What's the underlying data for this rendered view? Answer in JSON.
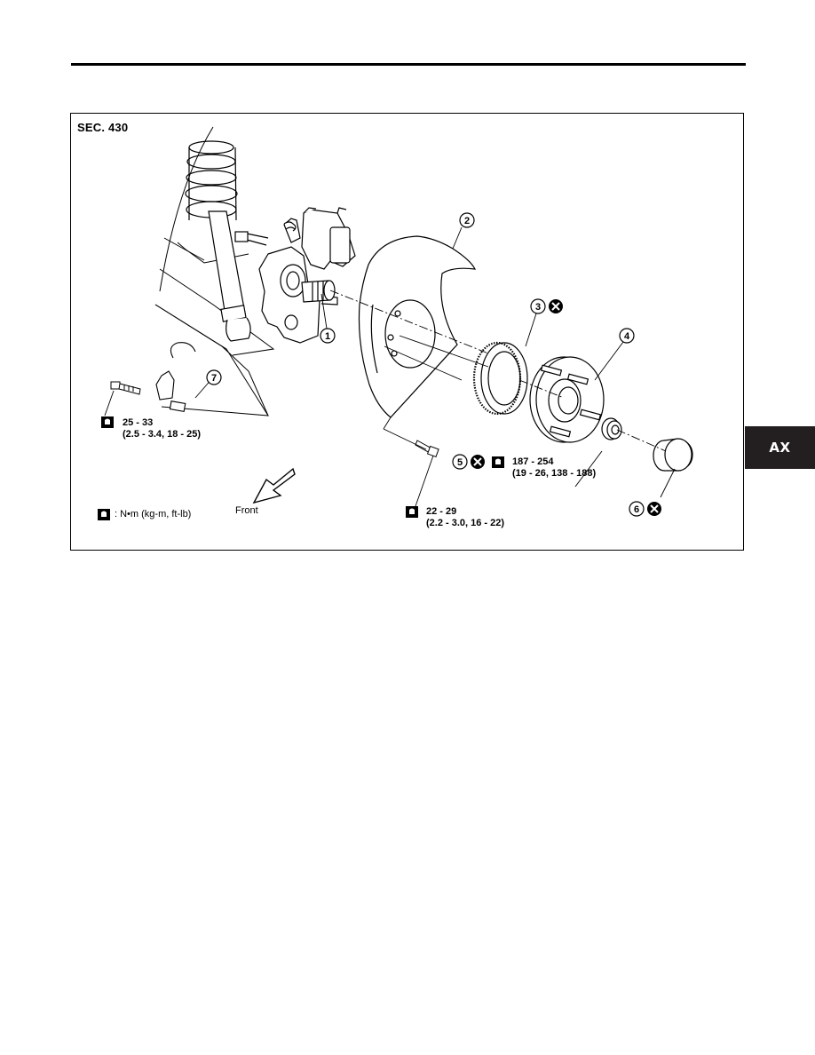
{
  "page": {
    "section_tab": "AX"
  },
  "figure": {
    "section_label": "SEC. 430",
    "callouts": {
      "c1": "1",
      "c2": "2",
      "c3": "3",
      "c4": "4",
      "c5": "5",
      "c6": "6",
      "c7": "7"
    },
    "torque_sensor": {
      "line1": "25 - 33",
      "line2": "(2.5 - 3.4, 18 - 25)"
    },
    "torque_nut": {
      "line1": "187 - 254",
      "line2": "(19 - 26, 138 - 188)"
    },
    "torque_bolt": {
      "line1": "22 - 29",
      "line2": "(2.2 - 3.0, 16 - 22)"
    },
    "legend_text": ": N•m (kg-m, ft-lb)",
    "front_label": "Front",
    "icons": [
      "torque-wrench-icon",
      "do-not-reuse-icon"
    ]
  }
}
